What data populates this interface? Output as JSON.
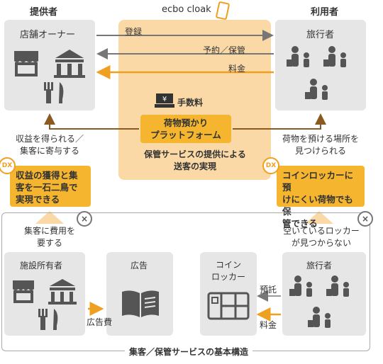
{
  "top": {
    "provider_header": "提供者",
    "center_header": "ecbo cloak",
    "user_header": "利用者",
    "provider_box": "店舗オーナー",
    "user_box": "旅行者",
    "arrow_register": "登録",
    "arrow_reserve": "予約／保管",
    "arrow_fee": "料金",
    "fee_label": "手数料",
    "platform_label": "荷物預かり\nプラットフォーム",
    "service_label": "保管サービスの提供による\n送客の実現",
    "left_benefit": "収益を得られる／\n集客に寄与する",
    "right_benefit": "荷物を預ける場所を\n見つけられる",
    "left_dx_text": "収益の獲得と集\n客を一石二鳥で\n実現できる",
    "right_dx_text": "コインロッカーに預\nけにくい荷物でも保\n管できる",
    "dx_badge": "DX"
  },
  "bottom": {
    "left_problem": "集客に費用を\n要する",
    "right_problem": "空いているロッカー\nが見つからない",
    "facility_owner": "施設所有者",
    "ad": "広告",
    "ad_fee": "広告費",
    "coin_locker": "コイン\nロッカー",
    "traveler": "旅行者",
    "deposit": "預託",
    "fee": "料金",
    "caption": "集客／保管サービスの基本構造"
  },
  "colors": {
    "box_gray": "#e6e6e6",
    "orange_light": "#fbd9a6",
    "orange": "#f5b52e",
    "brown": "#8a5a20",
    "icon": "#555555"
  }
}
